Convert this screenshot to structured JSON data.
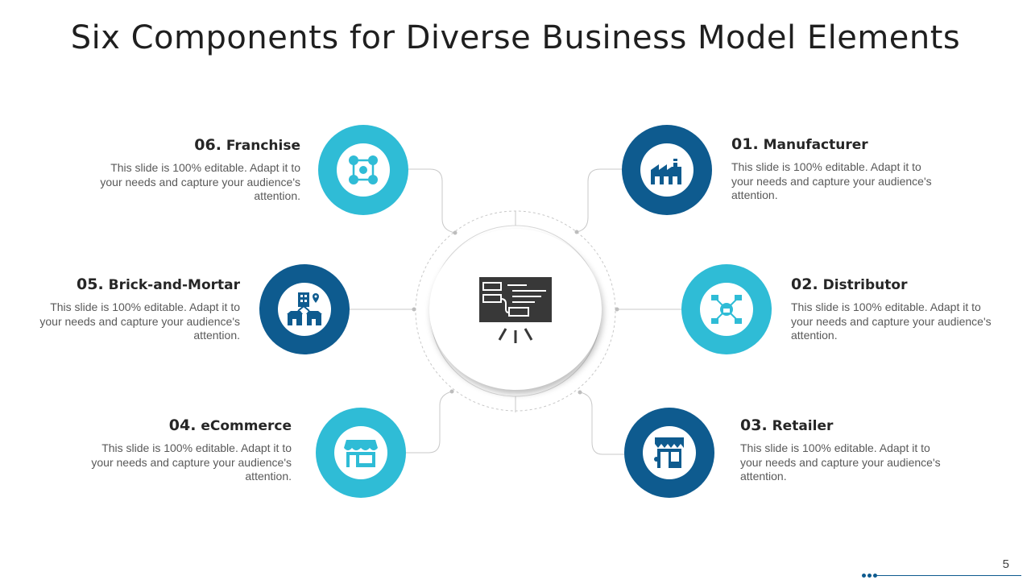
{
  "slide": {
    "title": "Six Components for Diverse Business Model Elements",
    "page_number": "5"
  },
  "colors": {
    "dark_blue": "#0e5b8f",
    "light_blue": "#2fbcd6",
    "connector_gray": "#c8c8c8"
  },
  "center": {
    "icon": "presentation-board-icon"
  },
  "components": [
    {
      "num": "01.",
      "name": "Manufacturer",
      "desc": "This slide is 100% editable. Adapt it to your needs and capture your audience's attention.",
      "icon": "factory-icon",
      "color": "dark"
    },
    {
      "num": "02.",
      "name": "Distributor",
      "desc": "This slide is 100% editable. Adapt it to your needs and capture your audience's attention.",
      "icon": "distribution-network-icon",
      "color": "light"
    },
    {
      "num": "03.",
      "name": "Retailer",
      "desc": "This slide is 100% editable. Adapt it to your needs and capture your audience's attention.",
      "icon": "retail-shop-icon",
      "color": "dark"
    },
    {
      "num": "04.",
      "name": "eCommerce",
      "desc": "This slide is 100% editable. Adapt it to your needs and capture your audience's attention.",
      "icon": "store-front-icon",
      "color": "light"
    },
    {
      "num": "05.",
      "name": "Brick-and-Mortar",
      "desc": "This slide is 100% editable. Adapt it to your needs and capture your audience's attention.",
      "icon": "buildings-location-icon",
      "color": "dark"
    },
    {
      "num": "06.",
      "name": "Franchise",
      "desc": "This slide is 100% editable. Adapt it to your needs and capture your audience's attention.",
      "icon": "network-nodes-icon",
      "color": "light"
    }
  ]
}
